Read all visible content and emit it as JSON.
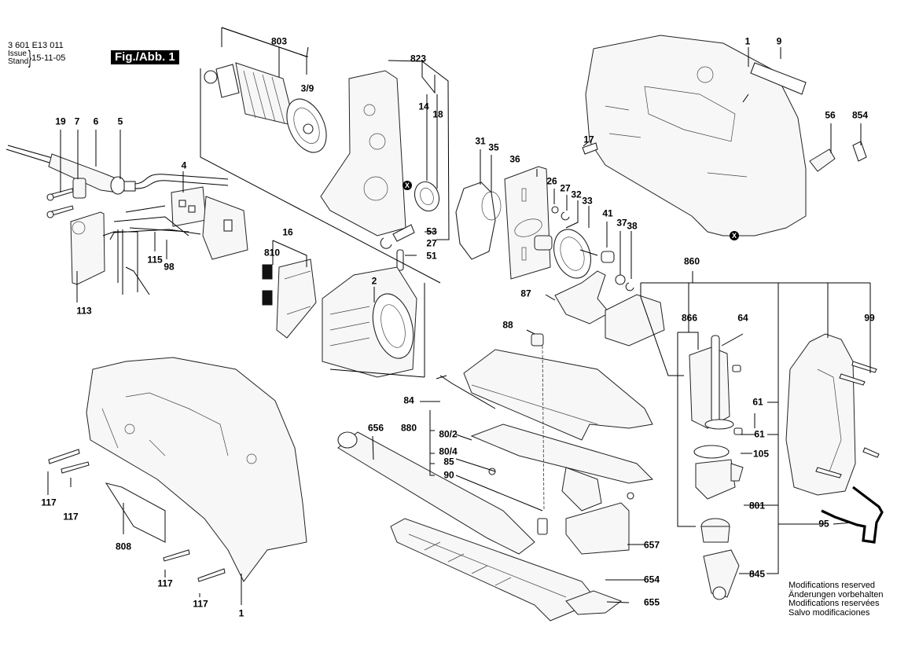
{
  "header": {
    "document_number": "3 601 E13 011",
    "issue_label_en": "Issue",
    "issue_label_de": "Stand",
    "issue_date": "15-11-05",
    "figure_label": "Fig./Abb. 1"
  },
  "footer": {
    "notes": [
      "Modifications reserved",
      "Änderungen vorbehalten",
      "Modifications reservées",
      "Salvo modificaciones"
    ]
  },
  "marker_symbol": "X",
  "part_labels": [
    {
      "id": "p803",
      "text": "803",
      "part": "armature"
    },
    {
      "id": "p3_9",
      "text": "3/9",
      "part": "armature-fan"
    },
    {
      "id": "p823",
      "text": "823",
      "part": "bearing-flange-assembly"
    },
    {
      "id": "p14",
      "text": "14",
      "part": "ball-bearing"
    },
    {
      "id": "p18",
      "text": "18",
      "part": "bearing-spring"
    },
    {
      "id": "p53",
      "text": "53",
      "part": "pin"
    },
    {
      "id": "p27a",
      "text": "27",
      "part": "retaining-ring"
    },
    {
      "id": "p51",
      "text": "51",
      "part": "pin"
    },
    {
      "id": "p19",
      "text": "19",
      "part": "screw"
    },
    {
      "id": "p7",
      "text": "7",
      "part": "cable-clamp"
    },
    {
      "id": "p6",
      "text": "6",
      "part": "power-cord"
    },
    {
      "id": "p5",
      "text": "5",
      "part": "cable-sleeve"
    },
    {
      "id": "p4",
      "text": "4",
      "part": "on-off-switch"
    },
    {
      "id": "p115",
      "text": "115",
      "part": "wire"
    },
    {
      "id": "p98",
      "text": "98",
      "part": "wire"
    },
    {
      "id": "p113",
      "text": "113",
      "part": "electronics-module"
    },
    {
      "id": "p16",
      "text": "16",
      "part": "brush-holder"
    },
    {
      "id": "p810",
      "text": "810",
      "part": "carbon-brushes"
    },
    {
      "id": "p2",
      "text": "2",
      "part": "field"
    },
    {
      "id": "p31",
      "text": "31",
      "part": "gasket"
    },
    {
      "id": "p35",
      "text": "35",
      "part": "seal"
    },
    {
      "id": "p36",
      "text": "36",
      "part": "gear-plate"
    },
    {
      "id": "p26",
      "text": "26",
      "part": "washer"
    },
    {
      "id": "p27b",
      "text": "27",
      "part": "retaining-ring"
    },
    {
      "id": "p32",
      "text": "32",
      "part": "needle-bearing"
    },
    {
      "id": "p33",
      "text": "33",
      "part": "gear-wheel"
    },
    {
      "id": "p41",
      "text": "41",
      "part": "bearing"
    },
    {
      "id": "p37",
      "text": "37",
      "part": "washer"
    },
    {
      "id": "p38",
      "text": "38",
      "part": "retaining-ring"
    },
    {
      "id": "p87",
      "text": "87",
      "part": "guide"
    },
    {
      "id": "p17",
      "text": "17",
      "part": "pin"
    },
    {
      "id": "p1a",
      "text": "1",
      "part": "housing"
    },
    {
      "id": "p9",
      "text": "9",
      "part": "nameplate"
    },
    {
      "id": "p56",
      "text": "56",
      "part": "lever"
    },
    {
      "id": "p854",
      "text": "854",
      "part": "switch-lock"
    },
    {
      "id": "p860",
      "text": "860",
      "part": "lifting-rod-assembly"
    },
    {
      "id": "p866",
      "text": "866",
      "part": "guide-roller-assembly"
    },
    {
      "id": "p64",
      "text": "64",
      "part": "lifting-rod"
    },
    {
      "id": "p99",
      "text": "99",
      "part": "screw"
    },
    {
      "id": "p61a",
      "text": "61",
      "part": "compression-spring"
    },
    {
      "id": "p61b",
      "text": "61",
      "part": "compression-spring"
    },
    {
      "id": "p105",
      "text": "105",
      "part": "ring"
    },
    {
      "id": "p801",
      "text": "801",
      "part": "stroke-adjuster"
    },
    {
      "id": "p95",
      "text": "95",
      "part": "wire-bracket"
    },
    {
      "id": "p845",
      "text": "845",
      "part": "guide-roller"
    },
    {
      "id": "p88",
      "text": "88",
      "part": "square-nut"
    },
    {
      "id": "p84",
      "text": "84",
      "part": "hex-key"
    },
    {
      "id": "p880",
      "text": "880",
      "part": "base-plate-assembly"
    },
    {
      "id": "p80_2",
      "text": "80/2",
      "part": "base-plate"
    },
    {
      "id": "p80_4",
      "text": "80/4",
      "part": "base-plate-cover"
    },
    {
      "id": "p85",
      "text": "85",
      "part": "screw"
    },
    {
      "id": "p90",
      "text": "90",
      "part": "clamp-screw"
    },
    {
      "id": "p656",
      "text": "656",
      "part": "extraction-adapter"
    },
    {
      "id": "p657",
      "text": "657",
      "part": "chip-guard"
    },
    {
      "id": "p654",
      "text": "654",
      "part": "sliding-shoe"
    },
    {
      "id": "p655",
      "text": "655",
      "part": "anti-splinter-insert"
    },
    {
      "id": "p117a",
      "text": "117",
      "part": "screw"
    },
    {
      "id": "p117b",
      "text": "117",
      "part": "screw"
    },
    {
      "id": "p117c",
      "text": "117",
      "part": "screw"
    },
    {
      "id": "p117d",
      "text": "117",
      "part": "screw"
    },
    {
      "id": "p808",
      "text": "808",
      "part": "label"
    },
    {
      "id": "p1b",
      "text": "1",
      "part": "housing"
    }
  ]
}
